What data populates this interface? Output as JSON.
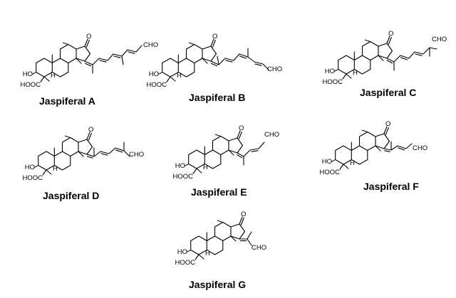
{
  "figure": {
    "atoms": {
      "oxygen": "O",
      "hydroxyl": "HO",
      "carboxyl": "HOOC",
      "hydrogen": "H",
      "aldehyde": "CHO"
    },
    "compounds": [
      {
        "id": "a",
        "label": "Jaspiferal A"
      },
      {
        "id": "b",
        "label": "Jaspiferal B"
      },
      {
        "id": "c",
        "label": "Jaspiferal C"
      },
      {
        "id": "d",
        "label": "Jaspiferal D"
      },
      {
        "id": "e",
        "label": "Jaspiferal E"
      },
      {
        "id": "f",
        "label": "Jaspiferal F"
      },
      {
        "id": "g",
        "label": "Jaspiferal G"
      }
    ]
  }
}
